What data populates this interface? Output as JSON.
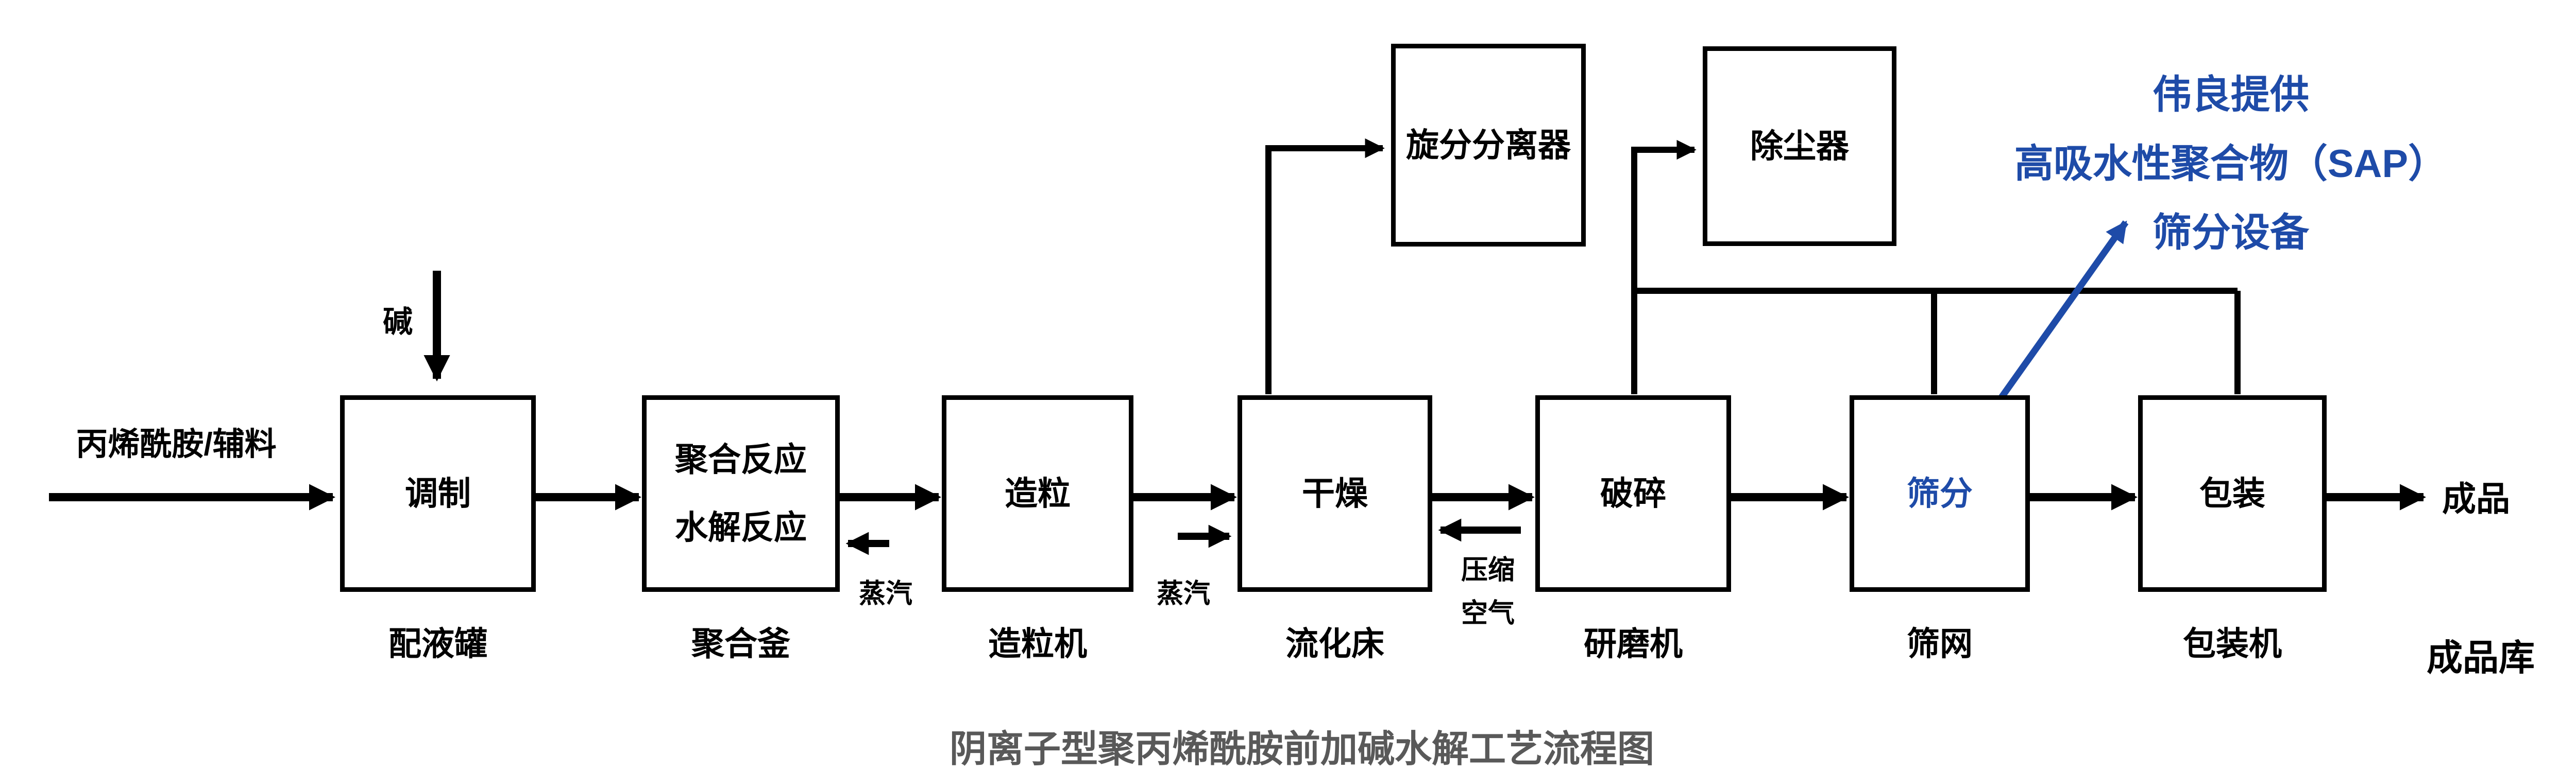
{
  "colors": {
    "line": "#000000",
    "annotation_blue": "#1E4BA8",
    "caption_gray": "#595959",
    "background": "#ffffff"
  },
  "flow": {
    "feed_label": "丙烯酰胺/辅料",
    "alkali_label": "碱",
    "product_label": "成品",
    "warehouse_label": "成品库",
    "steam_label_polymerizer": "蒸汽",
    "steam_label_dryer": "蒸汽",
    "compressed_air_lines": [
      "压缩",
      "空气"
    ],
    "nodes": [
      {
        "label": "调制",
        "equipment": "配液罐"
      },
      {
        "label_lines": [
          "聚合反应",
          "水解反应"
        ],
        "equipment": "聚合釜"
      },
      {
        "label": "造粒",
        "equipment": "造粒机"
      },
      {
        "label": "干燥",
        "equipment": "流化床"
      },
      {
        "label": "破碎",
        "equipment": "研磨机"
      },
      {
        "label": "筛分",
        "equipment": "筛网"
      },
      {
        "label": "包装",
        "equipment": "包装机"
      }
    ],
    "top_nodes": [
      {
        "label": "旋分分离器"
      },
      {
        "label": "除尘器"
      }
    ]
  },
  "annotation": {
    "lines": [
      "伟良提供",
      "高吸水性聚合物（SAP）",
      "筛分设备"
    ]
  },
  "caption": "阴离子型聚丙烯酰胺前加碱水解工艺流程图"
}
